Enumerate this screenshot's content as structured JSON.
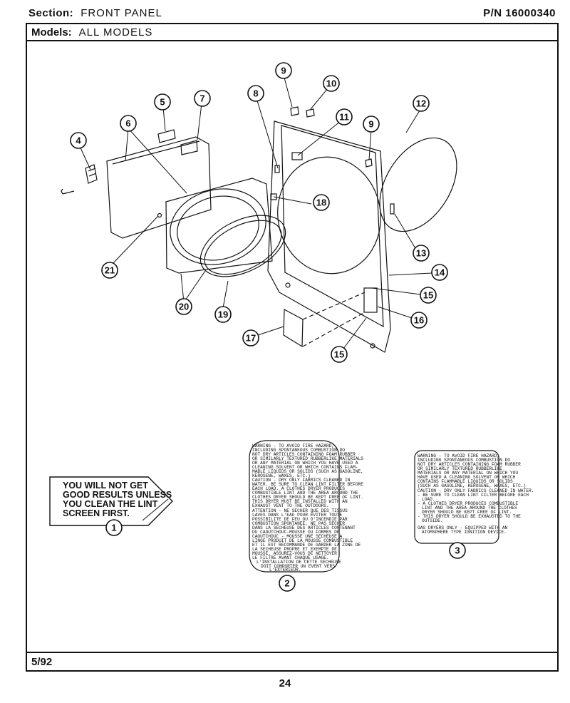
{
  "header": {
    "section_label": "Section:",
    "section_value": "FRONT PANEL",
    "part_number": "P/N 16000340"
  },
  "models": {
    "label": "Models:",
    "value": "ALL MODELS"
  },
  "footer": {
    "date": "5/92",
    "page": "24"
  },
  "callouts": [
    "1",
    "2",
    "3",
    "4",
    "5",
    "6",
    "7",
    "8",
    "9",
    "10",
    "11",
    "12",
    "13",
    "14",
    "15",
    "16",
    "17",
    "18",
    "19",
    "20",
    "21"
  ],
  "label1": {
    "lines": [
      "YOU WILL NOT GET",
      "GOOD RESULTS UNLESS",
      "YOU CLEAN THE LINT",
      "SCREEN FIRST."
    ]
  },
  "label2": {
    "lines": [
      "WARNING - TO AVOID FIRE HAZARD,",
      "INCLUDING SPONTANEOUS COMBUSTION DO",
      "NOT DRY ARTICLES CONTAINING FOAM RUBBER",
      "OR SIMILARLY TEXTURED RUBBERLIKE MATERIALS",
      "OR ANY MATERIAL ON WHICH YOU HAVE USED A",
      "CLEANING SOLVENT OR WHICH CONTAINS FLAM-",
      "MABLE LIQUIDS OR SOLIDS (SUCH AS GASOLINE,",
      "KEROSENE, WAXES, ETC.)",
      "CAUTION - DRY ONLY FABRICS CLEANED IN",
      "WATER. BE SURE TO CLEAN LINT FILTER BEFORE",
      "EACH LOAD. A CLOTHES DRYER PRODUCES",
      "COMBUSTIBLE LINT AND THE AREA AROUND THE",
      "CLOTHES DRYER SHOULD BE KEPT FREE OF LINT.",
      "THIS DRYER MUST BE INSTALLED WITH AN",
      "EXHAUST VENT TO THE OUTDOORS.",
      "ATTENTION - NE SECHER QUE DES TISSUS",
      "LAVES DANS L'EAU POUR EVITER TOUTE",
      "POSSIBILITE DE FEU OU D'INCENDIE PAR",
      "COMBUSTION SPONTANEE, NE PAS SECHER",
      "DANS LA SECHEUSE DES ARTICLES CONTENANT",
      "DU CAOUTCHOUC-MOUSSE OU FORMES DE",
      "CAOUTCHOUC - MOUSSE UNE SECHEUSE A",
      "LINGE PRODUIT DE LA MOUSSE COMBUSTIBLE",
      "ET IL EST RECOMMANDE DE GARDER LA ZONE DE",
      "LA SECHEUSE PROPRE ET EXEMPTE DE",
      "MOUSSE. ASSUREZ-VOUS DE NETTOYER",
      "LE FILTRE AVANT CHAQUE USAGE.",
      "L'INSTALLATION DE CETTE SECHEUSE",
      "DOIT COMPORTER UN EVENT VERS",
      "L'EXTERIEUR."
    ]
  },
  "label3": {
    "lines": [
      "WARNING - TO AVOID FIRE HAZARD,",
      "INCLUDING SPONTANEOUS COMBUSTION DO",
      "NOT DRY ARTICLES CONTAINING FOAM RUBBER",
      "OR SIMILARLY TEXTURED RUBBERLIKE",
      "MATERIALS OR ANY MATERIAL ON WHICH YOU",
      "HAVE USED A CLEANING SOLVENT OR WHICH",
      "CONTAINS FLAMMABLE LIQUIDS OR SOLIDS",
      "(SUCH AS GASOLINE, KEROSENE, WAXES, ETC.)",
      "CAUTION - DRY ONLY FABRICS CLEANED IN WATER.",
      "- BE SURE TO CLEAN LINT FILTER BEFORE EACH",
      "LOAD.",
      "- A CLOTHES DRYER PRODUCES COMBUSTIBLE",
      "LINT AND THE AREA AROUND THE CLOTHES",
      "DRYER SHOULD BE KEPT FREE OF LINT.",
      "- THIS DRYER SHOULD BE EXHAUSTED TO THE",
      "OUTSIDE.",
      "GAS DRYERS ONLY - EQUIPPED WITH AN",
      "ATOMSPHERE TYPE IGNITION DEVICE."
    ]
  }
}
